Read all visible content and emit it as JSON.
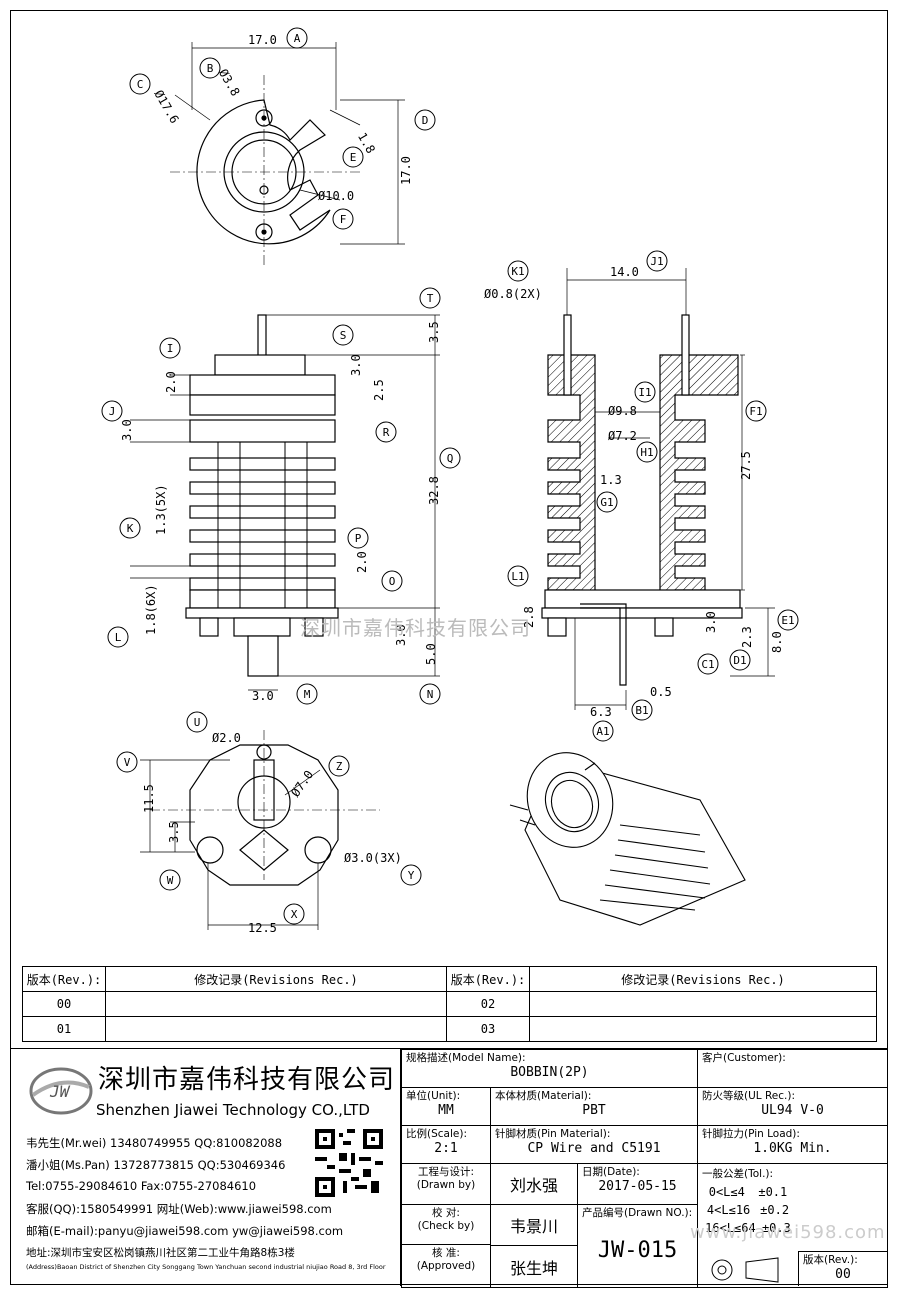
{
  "drawing": {
    "top_view": {
      "dims": [
        "17.0",
        "Ø17.6",
        "Ø3.8",
        "1.8",
        "17.0",
        "Ø10.0"
      ],
      "callouts": [
        "A",
        "B",
        "C",
        "D",
        "E",
        "F"
      ]
    },
    "front_view": {
      "dims": [
        "3.5",
        "3.0",
        "2.0",
        "2.5",
        "3.0",
        "32.8",
        "1.3(5X)",
        "2.0",
        "3.0",
        "1.8(6X)",
        "5.0",
        "3.0"
      ],
      "callouts": [
        "T",
        "S",
        "I",
        "R",
        "J",
        "Q",
        "K",
        "P",
        "O",
        "L",
        "N",
        "M"
      ]
    },
    "section_view": {
      "dims": [
        "14.0",
        "Ø0.8(2X)",
        "Ø9.8",
        "Ø7.2",
        "27.5",
        "1.3",
        "2.8",
        "3.0",
        "2.3",
        "8.0",
        "0.5",
        "6.3"
      ],
      "callouts": [
        "K1",
        "J1",
        "I1",
        "H1",
        "F1",
        "G1",
        "L1",
        "E1",
        "C1",
        "D1",
        "B1",
        "A1"
      ]
    },
    "bottom_view": {
      "dims": [
        "Ø2.0",
        "Ø7.0",
        "11.5",
        "3.5",
        "Ø3.0(3X)",
        "12.5"
      ],
      "callouts": [
        "U",
        "V",
        "Z",
        "W",
        "Y",
        "X"
      ]
    },
    "watermark": "深圳市嘉伟科技有限公司",
    "watermark_url": "www.jiawei598.com"
  },
  "revisions": {
    "header_rev": "版本(Rev.):",
    "header_rec": "修改记录(Revisions Rec.)",
    "rows": [
      {
        "left_rev": "00",
        "left_rec": "",
        "right_rev": "02",
        "right_rec": ""
      },
      {
        "left_rev": "01",
        "left_rec": "",
        "right_rev": "03",
        "right_rec": ""
      }
    ]
  },
  "company": {
    "logo_text": "JW",
    "name_cn": "深圳市嘉伟科技有限公司",
    "name_en": "Shenzhen Jiawei Technology CO.,LTD",
    "contact1": "韦先生(Mr.wei) 13480749955 QQ:810082088",
    "contact2": "潘小姐(Ms.Pan) 13728773815 QQ:530469346",
    "tel_fax": "Tel:0755-29084610      Fax:0755-27084610",
    "qq_web": "客服(QQ):1580549991   网址(Web):www.jiawei598.com",
    "email": "邮箱(E-mail):panyu@jiawei598.com  yw@jiawei598.com",
    "address_cn": "地址:深圳市宝安区松岗镇燕川社区第二工业牛角路8栋3楼",
    "address_en": "(Address)Baoan District of Shenzhen City Songgang Town Yanchuan second industrial niujiao Road 8, 3rd Floor"
  },
  "title_block": {
    "model_label": "规格描述(Model Name):",
    "model": "BOBBIN(2P)",
    "customer_label": "客户(Customer):",
    "customer": "",
    "unit_label": "单位(Unit):",
    "unit": "MM",
    "material_label": "本体材质(Material):",
    "material": "PBT",
    "ul_label": "防火等级(UL Rec.):",
    "ul": "UL94 V-0",
    "scale_label": "比例(Scale):",
    "scale": "2:1",
    "pin_material_label": "针脚材质(Pin Material):",
    "pin_material": "CP Wire and C5191",
    "pin_load_label": "针脚拉力(Pin Load):",
    "pin_load": "1.0KG Min.",
    "drawn_label": "工程与设计:",
    "drawn_label_en": "(Drawn by)",
    "drawn_by": "刘水强",
    "date_label": "日期(Date):",
    "date": "2017-05-15",
    "check_label": "校 对:",
    "check_label_en": "(Check by)",
    "check_by": "韦景川",
    "drawn_no_label": "产品编号(Drawn NO.):",
    "drawn_no": "JW-015",
    "approved_label": "核 准:",
    "approved_label_en": "(Approved)",
    "approved_by": "张生坤",
    "tol_label": "一般公差(Tol.):",
    "tol_rows": [
      {
        "range": "0<L≤4",
        "tol": "±0.1"
      },
      {
        "range": "4<L≤16",
        "tol": "±0.2"
      },
      {
        "range": "16<L≤64",
        "tol": "±0.3"
      }
    ],
    "rev_label": "版本(Rev.):",
    "rev": "00"
  }
}
